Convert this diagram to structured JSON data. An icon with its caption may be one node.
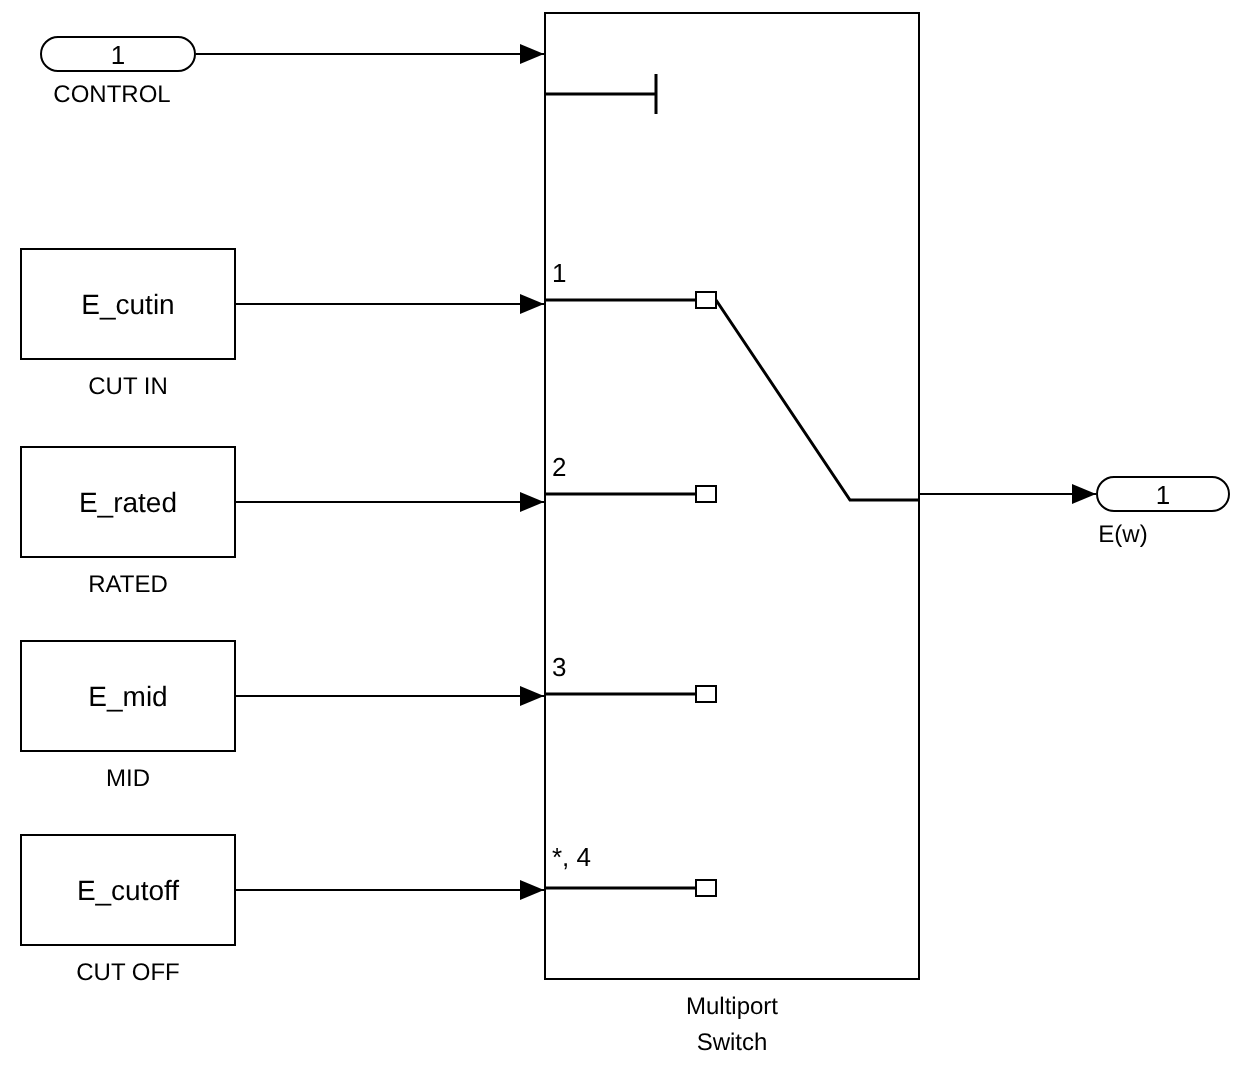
{
  "diagram": {
    "nodes": [
      {
        "text": [
          "1"
        ],
        "beside": [
          "CONTROL"
        ]
      },
      {
        "text": [
          "E_cutin"
        ],
        "beside": [
          "CUT IN"
        ]
      },
      {
        "text": [
          "E_rated"
        ],
        "beside": [
          "RATED"
        ]
      },
      {
        "text": [
          "E_mid"
        ],
        "beside": [
          "MID"
        ]
      },
      {
        "text": [
          "E_cutoff"
        ],
        "beside": [
          "CUT OFF"
        ]
      },
      {
        "text": [],
        "shape": "box",
        "beside": [
          "Multiport Switch"
        ]
      },
      {
        "text": [
          "1"
        ],
        "beside": [
          "E(w)"
        ]
      }
    ],
    "edges": [
      {
        "from": 0,
        "to": 5,
        "arrow": "to"
      },
      {
        "from": 1,
        "to": 5,
        "arrow": "to"
      },
      {
        "from": 2,
        "to": 5,
        "arrow": "to"
      },
      {
        "from": 3,
        "to": 5,
        "arrow": "to"
      },
      {
        "from": 4,
        "to": 5,
        "arrow": "to"
      },
      {
        "from": 5,
        "to": 6,
        "arrow": "to"
      }
    ],
    "labels": [
      "1",
      "2",
      "3",
      "*, 4"
    ]
  }
}
